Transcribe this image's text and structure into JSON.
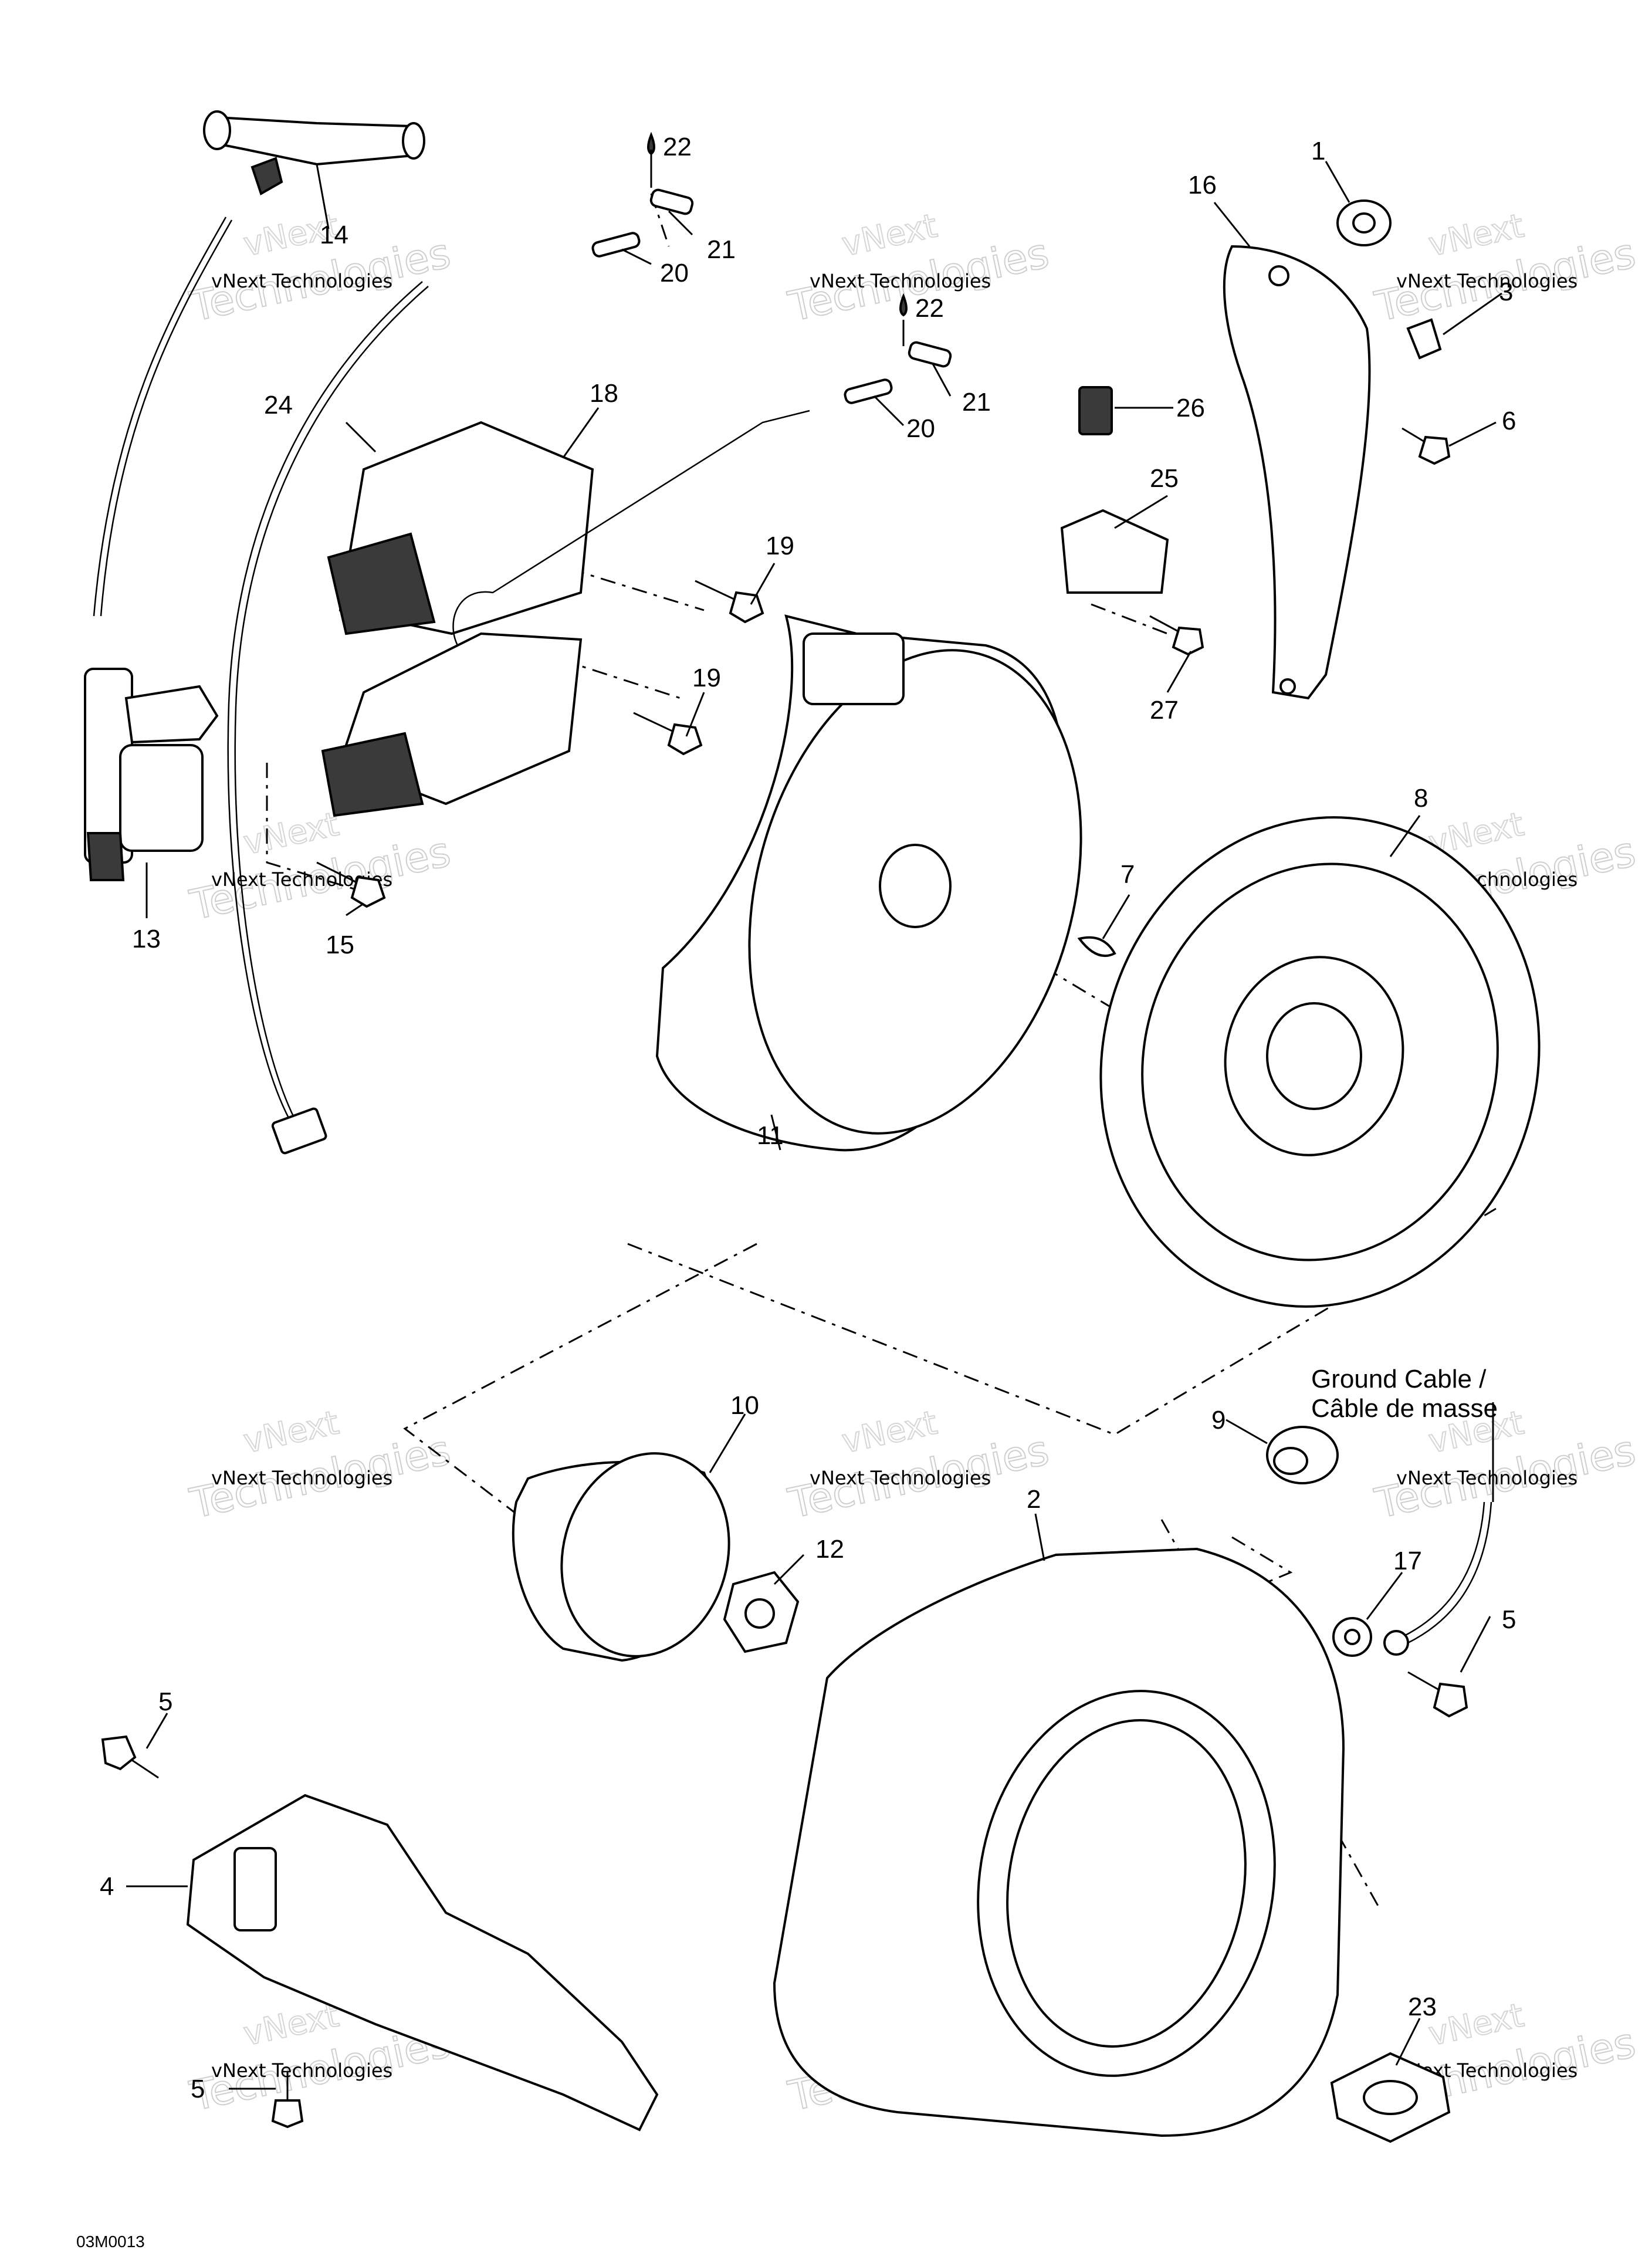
{
  "callouts": {
    "c1": "1",
    "c2": "2",
    "c3": "3",
    "c4": "4",
    "c5a": "5",
    "c5b": "5",
    "c5c": "5",
    "c6": "6",
    "c7": "7",
    "c8": "8",
    "c9": "9",
    "c10": "10",
    "c11": "11",
    "c12": "12",
    "c13": "13",
    "c14": "14",
    "c15": "15",
    "c16": "16",
    "c17": "17",
    "c18": "18",
    "c19a": "19",
    "c19b": "19",
    "c20a": "20",
    "c20b": "20",
    "c21a": "21",
    "c21b": "21",
    "c22a": "22",
    "c22b": "22",
    "c23": "23",
    "c24": "24",
    "c25": "25",
    "c26": "26",
    "c27": "27"
  },
  "ground_cable": {
    "line1": "Ground Cable /",
    "line2": "Câble de masse"
  },
  "watermark": {
    "company": "vNext Technologies",
    "brand": "vNext",
    "word": "Technologies"
  },
  "drawing_code": "03M0013"
}
